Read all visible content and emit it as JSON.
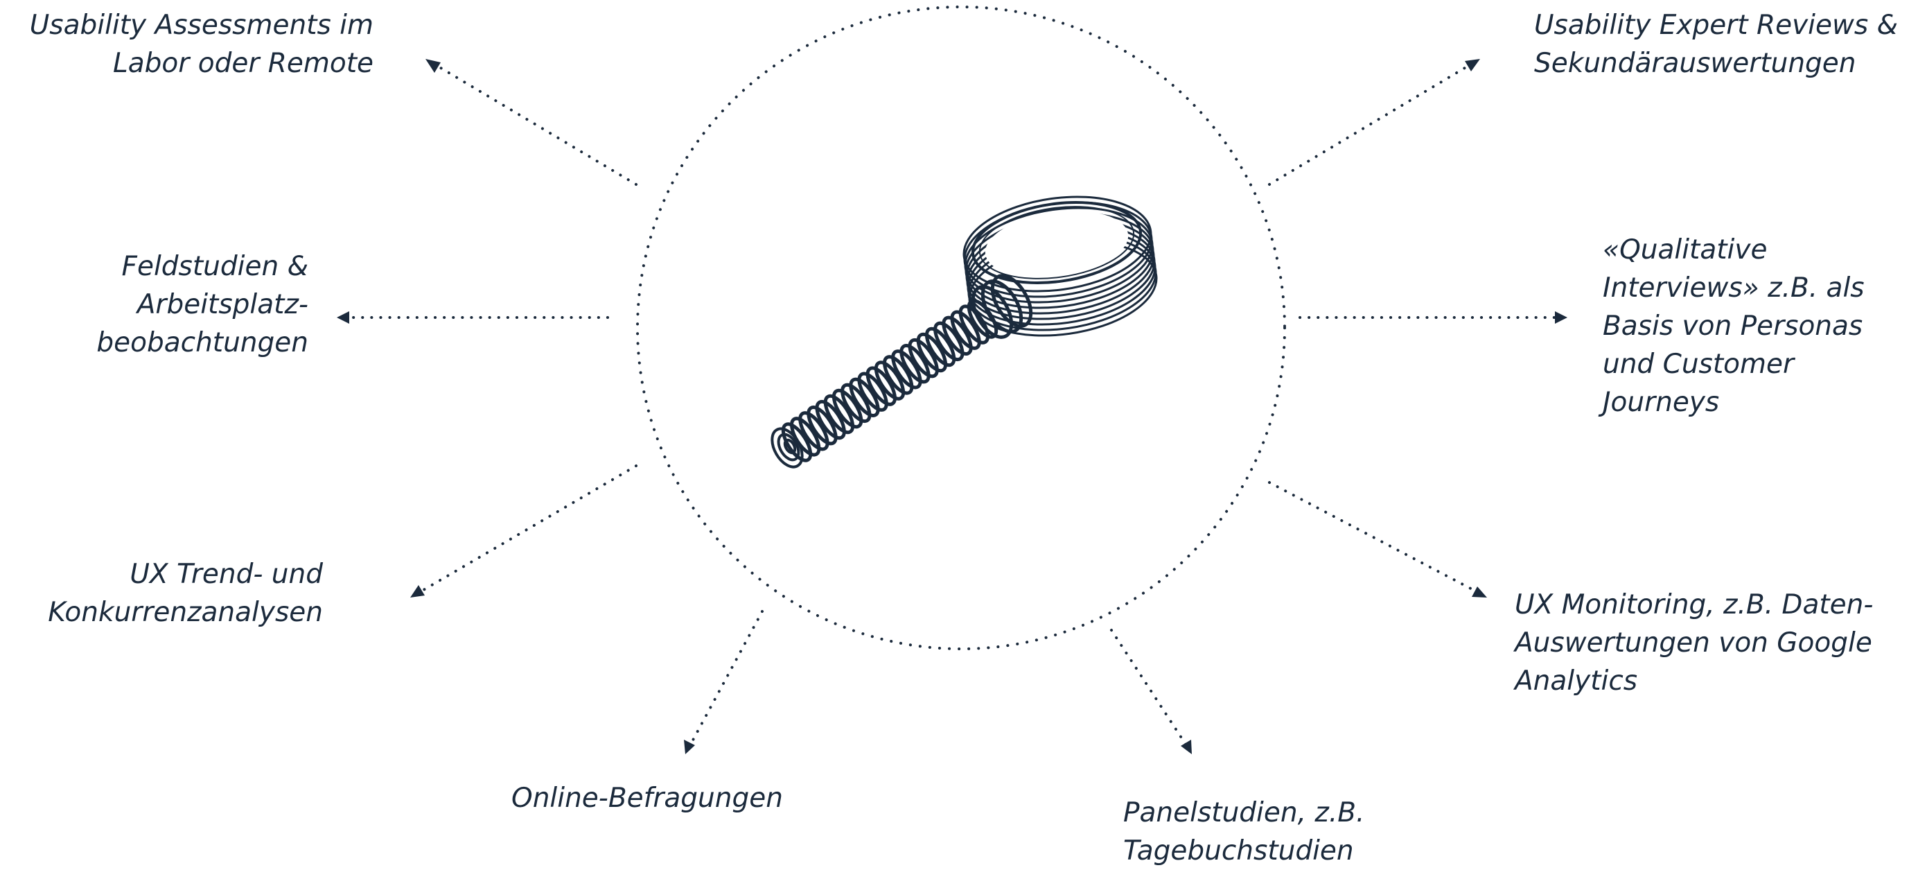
{
  "colors": {
    "ink": "#1b2a3c",
    "background": "#ffffff"
  },
  "center_icon": "magnifying-glass-icon",
  "methods": [
    {
      "id": "usability-assessments",
      "lines": [
        "Usability Assessments im",
        "Labor oder Remote"
      ]
    },
    {
      "id": "expert-reviews",
      "lines": [
        "Usability Expert Reviews &",
        "Sekundärauswertungen"
      ]
    },
    {
      "id": "field-studies",
      "lines": [
        "Feldstudien &",
        "Arbeitsplatz-",
        "beobachtungen"
      ]
    },
    {
      "id": "qualitative-interviews",
      "lines": [
        "«Qualitative",
        "Interviews» z.B. als",
        "Basis von Personas",
        "und Customer",
        "Journeys"
      ]
    },
    {
      "id": "trend-analyses",
      "lines": [
        "UX Trend- und",
        "Konkurrenzanalysen"
      ]
    },
    {
      "id": "ux-monitoring",
      "lines": [
        "UX Monitoring, z.B. Daten-",
        "Auswertungen von Google",
        "Analytics"
      ]
    },
    {
      "id": "online-surveys",
      "lines": [
        "Online-Befragungen"
      ]
    },
    {
      "id": "panel-studies",
      "lines": [
        "Panelstudien, z.B.",
        "Tagebuchstudien"
      ]
    }
  ]
}
